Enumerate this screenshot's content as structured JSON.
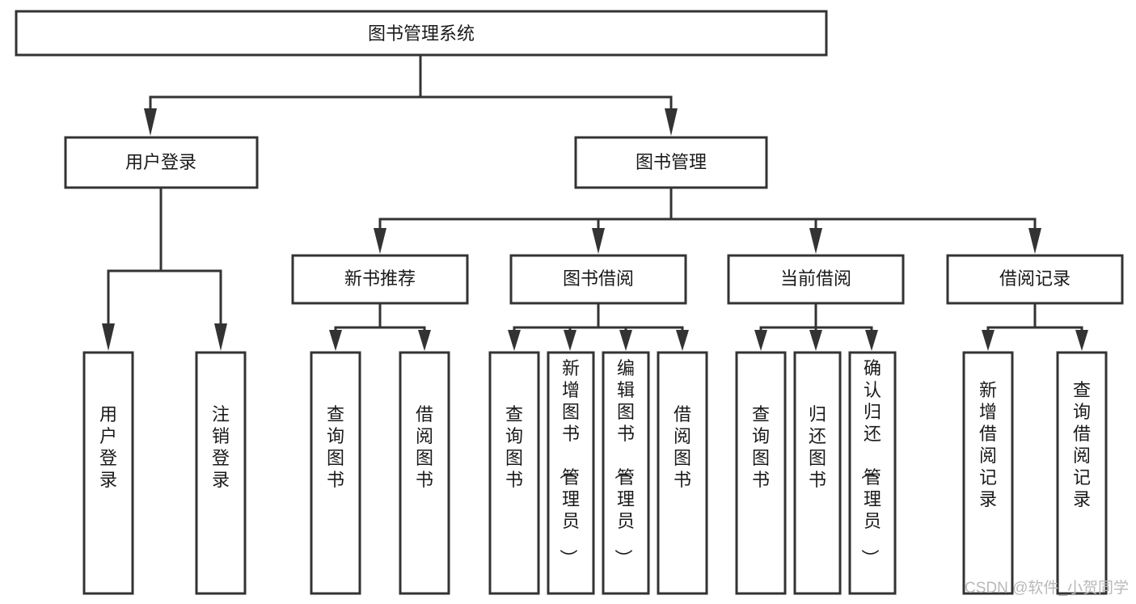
{
  "diagram": {
    "type": "tree",
    "title": "图书管理系统",
    "orientation": "top-down",
    "root": {
      "id": "root",
      "label": "图书管理系统",
      "level": 0
    },
    "level1": [
      {
        "id": "user-login",
        "label": "用户登录",
        "level": 1
      },
      {
        "id": "book-manage",
        "label": "图书管理",
        "level": 1
      }
    ],
    "level2": [
      {
        "id": "new-book-recommend",
        "label": "新书推荐",
        "level": 2,
        "parent": "book-manage"
      },
      {
        "id": "book-borrow",
        "label": "图书借阅",
        "level": 2,
        "parent": "book-manage"
      },
      {
        "id": "current-borrow",
        "label": "当前借阅",
        "level": 2,
        "parent": "book-manage"
      },
      {
        "id": "borrow-record",
        "label": "借阅记录",
        "level": 2,
        "parent": "book-manage"
      }
    ],
    "leaves": [
      {
        "id": "leaf-user-login",
        "label": "用户登录",
        "parent": "user-login"
      },
      {
        "id": "leaf-user-logout",
        "label": "注销登录",
        "parent": "user-login"
      },
      {
        "id": "leaf-recommend-query",
        "label": "查询图书",
        "parent": "new-book-recommend"
      },
      {
        "id": "leaf-recommend-borrow",
        "label": "借阅图书",
        "parent": "new-book-recommend"
      },
      {
        "id": "leaf-borrow-query",
        "label": "查询图书",
        "parent": "book-borrow"
      },
      {
        "id": "leaf-borrow-add",
        "label": "新增图书（管理员）",
        "parent": "book-borrow"
      },
      {
        "id": "leaf-borrow-edit",
        "label": "编辑图书（管理员）",
        "parent": "book-borrow"
      },
      {
        "id": "leaf-borrow-lend",
        "label": "借阅图书",
        "parent": "book-borrow"
      },
      {
        "id": "leaf-current-query",
        "label": "查询图书",
        "parent": "current-borrow"
      },
      {
        "id": "leaf-current-return",
        "label": "归还图书",
        "parent": "current-borrow"
      },
      {
        "id": "leaf-current-confirm",
        "label": "确认归还（管理员）",
        "parent": "current-borrow"
      },
      {
        "id": "leaf-record-add",
        "label": "新增借阅记录",
        "parent": "borrow-record"
      },
      {
        "id": "leaf-record-query",
        "label": "查询借阅记录",
        "parent": "borrow-record"
      }
    ]
  },
  "watermark": {
    "text": "CSDN @软件_小贺同学"
  },
  "colors": {
    "background": "#ffffff",
    "node_fill": "#ffffff",
    "node_stroke": "#333333",
    "connector": "#333333",
    "text": "#1a1a1a",
    "watermark": "#b9b9b9"
  }
}
